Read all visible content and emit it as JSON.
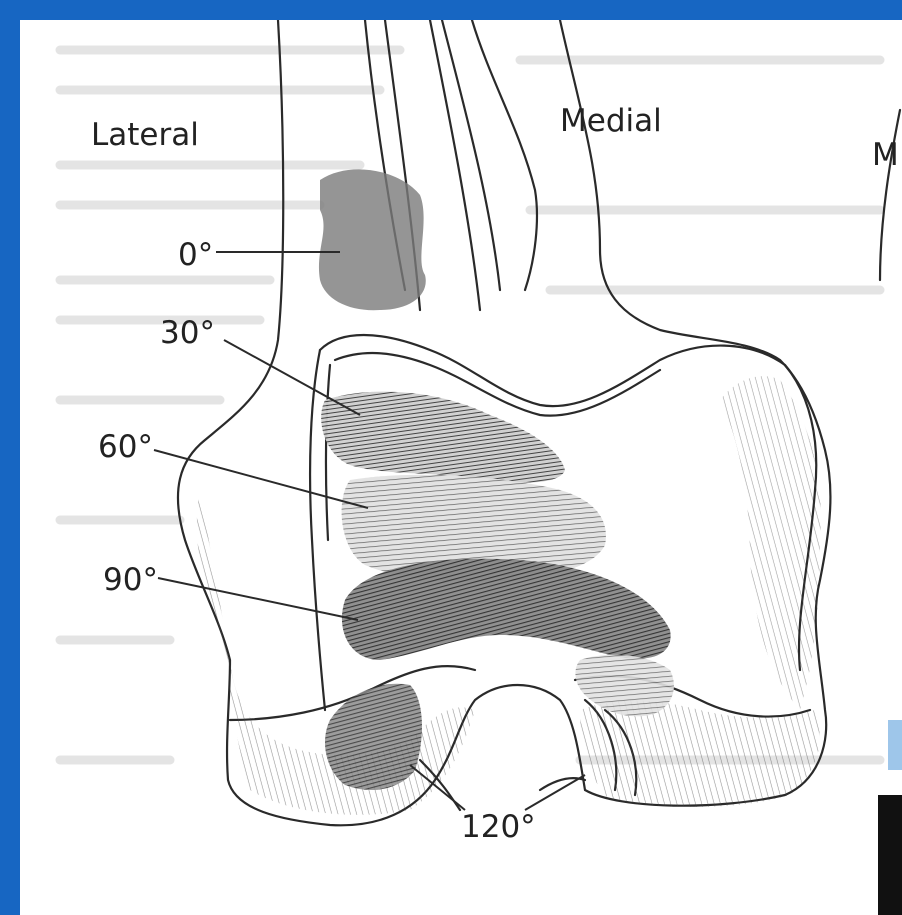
{
  "labels": {
    "lateral": "Lateral",
    "medial": "Medial",
    "medial_cut": "M",
    "deg0": "0°",
    "deg30": "30°",
    "deg60": "60°",
    "deg90": "90°",
    "deg120": "120°"
  },
  "colors": {
    "background": "#1766c2",
    "page": "#ffffff",
    "line": "#2a2a2a",
    "shade": "#6b6b6b"
  }
}
